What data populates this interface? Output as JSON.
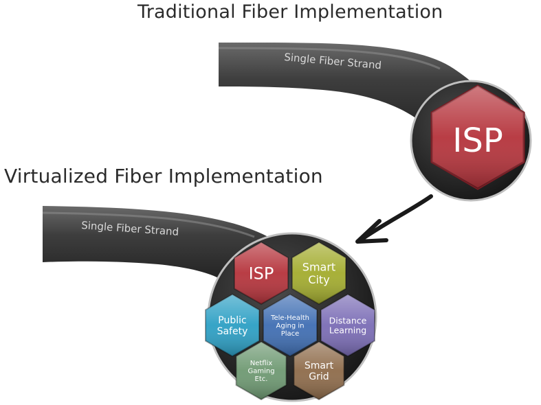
{
  "traditional": {
    "title": "Traditional Fiber Implementation",
    "strand_label": "Single Fiber Strand",
    "service": "ISP"
  },
  "virtualized": {
    "title": "Virtualized Fiber Implementation",
    "strand_label": "Single Fiber Strand",
    "services": [
      {
        "lines": [
          "ISP"
        ],
        "color": "#b5333b"
      },
      {
        "lines": [
          "Smart",
          "City"
        ],
        "color": "#a3ac2e"
      },
      {
        "lines": [
          "Public",
          "Safety"
        ],
        "color": "#2c9fc4"
      },
      {
        "lines": [
          "Tele-Health",
          "Aging in",
          "Place"
        ],
        "color": "#3f6eb3"
      },
      {
        "lines": [
          "Distance",
          "Learning"
        ],
        "color": "#7a6cb5"
      },
      {
        "lines": [
          "Netflix",
          "Gaming",
          "Etc."
        ],
        "color": "#6e9972"
      },
      {
        "lines": [
          "Smart",
          "Grid"
        ],
        "color": "#8e6b4a"
      }
    ]
  }
}
